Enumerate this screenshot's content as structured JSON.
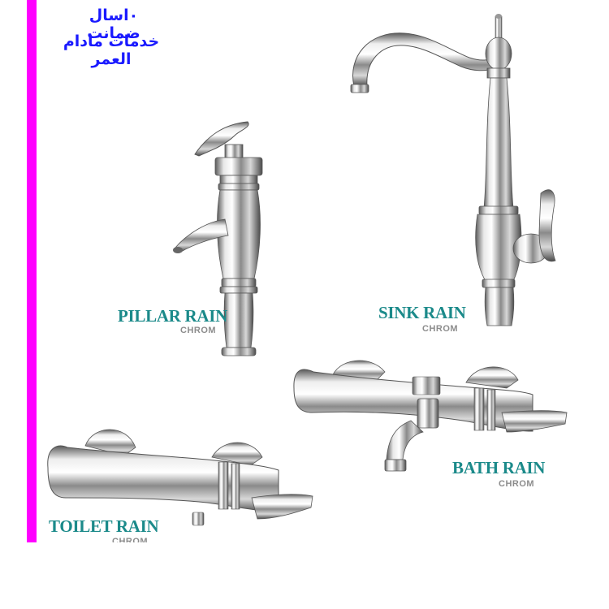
{
  "header": {
    "line1": "٠اسال ضمانت",
    "line2": "خدمات مادام العمر"
  },
  "products": {
    "pillar": {
      "name": "PILLAR RAIN",
      "finish": "CHROM",
      "icon": "pillar-faucet-icon"
    },
    "sink": {
      "name": "SINK RAIN",
      "finish": "CHROM",
      "icon": "sink-faucet-icon"
    },
    "bath": {
      "name": "BATH RAIN",
      "finish": "CHROM",
      "icon": "bath-mixer-icon"
    },
    "toilet": {
      "name": "TOILET RAIN",
      "finish": "CHROM",
      "icon": "toilet-mixer-icon"
    }
  },
  "colors": {
    "accent_bar": "#ff00ff",
    "arabic_text": "#1a1aff",
    "product_name": "#1b8a8a",
    "finish_text": "#8c8c8c"
  }
}
